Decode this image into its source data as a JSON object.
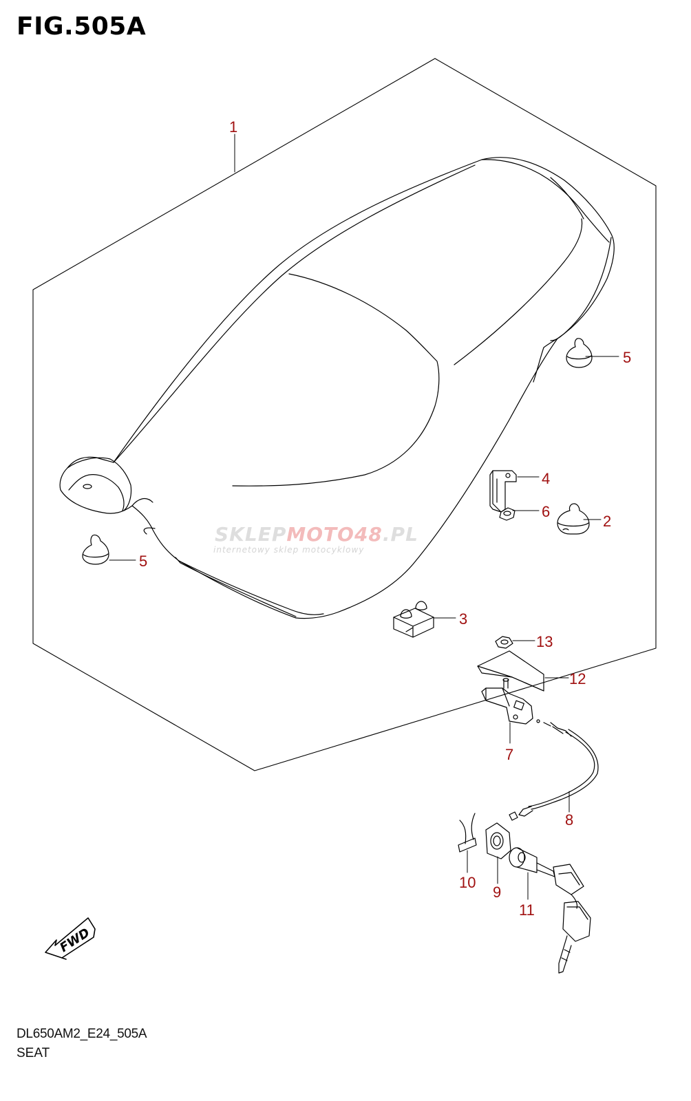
{
  "figure": {
    "title": "FIG.505A"
  },
  "footer": {
    "model_code": "DL650AM2_E24_505A",
    "section": "SEAT"
  },
  "watermark": {
    "brand_a": "SKLEP",
    "brand_b": "MOTO",
    "brand_c": "48",
    "brand_d": ".PL",
    "tagline": "internetowy sklep motocyklowy"
  },
  "fwd_label": "FWD",
  "callouts": [
    {
      "id": "1",
      "label": "1"
    },
    {
      "id": "2",
      "label": "2"
    },
    {
      "id": "3",
      "label": "3"
    },
    {
      "id": "4",
      "label": "4"
    },
    {
      "id": "5a",
      "label": "5"
    },
    {
      "id": "5b",
      "label": "5"
    },
    {
      "id": "6",
      "label": "6"
    },
    {
      "id": "7",
      "label": "7"
    },
    {
      "id": "8",
      "label": "8"
    },
    {
      "id": "9",
      "label": "9"
    },
    {
      "id": "10",
      "label": "10"
    },
    {
      "id": "11",
      "label": "11"
    },
    {
      "id": "12",
      "label": "12"
    },
    {
      "id": "13",
      "label": "13"
    }
  ],
  "colors": {
    "callout": "#a01010",
    "line": "#000000"
  }
}
